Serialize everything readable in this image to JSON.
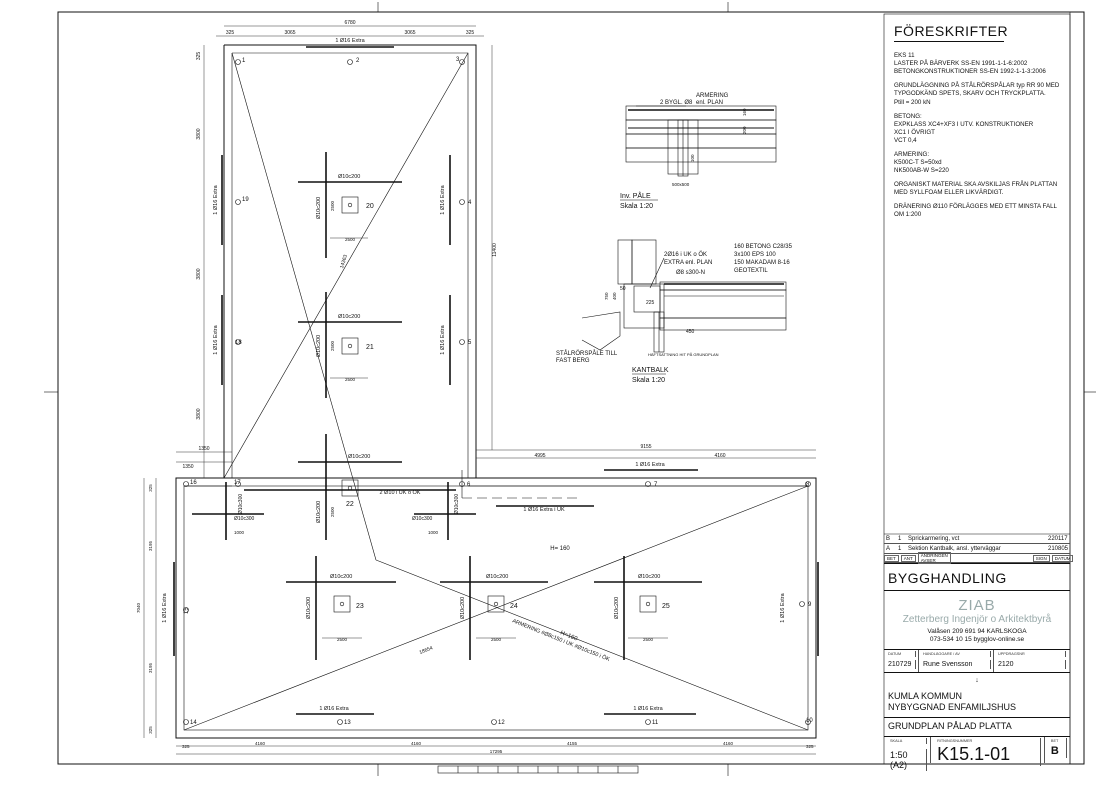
{
  "notes": {
    "title": "FÖRESKRIFTER",
    "paragraphs": [
      "EKS 11\nLASTER PÅ BÄRVERK SS-EN 1991-1-1-6:2002\nBETONGKONSTRUKTIONER SS-EN 1992-1-1-3:2006",
      "GRUNDLÄGGNING PÅ STÅLRÖRSPÅLAR typ RR 90 MED\nTYPGODKÄND SPETS, SKARV OCH TRYCKPLATTA.\nPtill = 200 kN",
      "BETONG:\nEXPKLASS XC4+XF3 I UTV. KONSTRUKTIONER\nXC1 I ÖVRIGT\nVCT 0,4",
      "ARMERING:\nK500C-T S=50xd\nNK500AB-W S=220",
      "ORGANISKT MATERIAL SKA AVSKILJAS FRÅN PLATTAN\nMED SYLLFOAM ELLER LIKVÄRDIGT.",
      "DRÄNERING Ø110 FÖRLÄGGES MED ETT MINSTA FALL\nOM 1:200"
    ]
  },
  "title_block": {
    "revisions": [
      {
        "letter": "B",
        "no": "1",
        "text": "Sprickarmering, vct",
        "sign": "",
        "date": "220117"
      },
      {
        "letter": "A",
        "no": "1",
        "text": "Sektion Kantbalk, ansl. ytterväggar",
        "sign": "",
        "date": "210805"
      }
    ],
    "rev_headers": [
      "BET",
      "ANT",
      "ÄNDRINGEN AVSER",
      "SIGN",
      "DATUM"
    ],
    "stage": "BYGGHANDLING",
    "company_logo": "ZIAB",
    "company_name": "Zetterberg Ingenjör o Arkitektbyrå",
    "address_1": "Valåsen 209   691 94 KARLSKOGA",
    "address_2": "073-534 10 15   bygglov-online.se",
    "meta_labels": [
      "DATUM",
      "HANDLÄGGARE / AV",
      "UPPDRAGSNR"
    ],
    "date": "210729",
    "drawn_by": "Rune Svensson",
    "job_no": "2120",
    "project_mark": "↓",
    "project_1": "KUMLA KOMMUN",
    "project_2": "NYBYGGNAD ENFAMILJSHUS",
    "drawing_title": "GRUNDPLAN PÅLAD PLATTA",
    "bottom_labels": [
      "SKALA",
      "RITNINGSNUMMER",
      "BET"
    ],
    "scale": "1:50 (A2)",
    "drawing_no": "K15.1-01",
    "revision": "B"
  },
  "plan": {
    "top_dims": [
      "6780",
      "3065",
      "3065",
      "325",
      "325"
    ],
    "top_bar": "1 Ø16 Extra",
    "upper_pile_labels": [
      "1",
      "2",
      "3",
      "4",
      "5",
      "6",
      "16",
      "17",
      "18",
      "19"
    ],
    "bottom_pile_labels": [
      "7",
      "8",
      "9",
      "10",
      "11",
      "12",
      "13",
      "14",
      "15"
    ],
    "left_dims": [
      "325",
      "3800",
      "3800",
      "3800"
    ],
    "left_bars": [
      "1 Ø16 Extra",
      "1 Ø16 Extra"
    ],
    "right_bars": [
      "1 Ø16 Extra",
      "1 Ø16 Extra"
    ],
    "right_dim": "11400",
    "diag": "14363",
    "caps": [
      {
        "no": "20",
        "bar": "Ø10c200",
        "dim_v": "2500",
        "dim_h": "2500",
        "v_bar": "Ø10c200"
      },
      {
        "no": "21",
        "bar": "Ø10c200",
        "dim_v": "2500",
        "dim_h": "2500",
        "v_bar": "Ø10c200"
      },
      {
        "no": "22",
        "bar": "Ø10c200",
        "dim_v": "2500",
        "dim_h": "",
        "v_bar": "Ø10c200"
      }
    ],
    "dim_1350a": "1350",
    "dim_1350b": "1350",
    "dim_9155": "9155",
    "dim_4995": "4995",
    "dim_4160": "4160",
    "lower_top_bar": "1 Ø16 Extra",
    "mid_bar": "2 Ø10 i UK o ÖK",
    "uk_bar": "1 Ø16 Extra i UK",
    "lower_left_bar": "1 Ø16 Extra",
    "lower_right_bar": "1 Ø16 Extra",
    "lower_left_dims": [
      "325",
      "3195",
      "3195",
      "325"
    ],
    "lower_height": "7040",
    "c300": "Ø10c300",
    "d1000": "1000",
    "d1000b": "1000",
    "h160": "H= 160",
    "lower_caps": [
      {
        "no": "23",
        "bar": "Ø10c200",
        "v": "Ø10c200",
        "d": "2500"
      },
      {
        "no": "24",
        "bar": "Ø10c200",
        "v": "Ø10c200",
        "d": "2500"
      },
      {
        "no": "25",
        "bar": "Ø10c200",
        "v": "Ø10c200",
        "d": "2500"
      }
    ],
    "diag_text_1": "H=160",
    "diag_text_2": "ARMERING #Ø8c150 i UK  #Ø10c150 i ÖK",
    "diag_2": "18654",
    "bottom_bars": [
      "1 Ø16 Extra",
      "1 Ø16 Extra"
    ],
    "bottom_dims": [
      "325",
      "4160",
      "4160",
      "4155",
      "4160",
      "325"
    ],
    "total_dim": "17295"
  },
  "pile_detail": {
    "label_reinf": "ARMERING",
    "label_reinf2": "enl. PLAN",
    "label_bygl": "2 BYGL. Ø8",
    "dim_200": "200",
    "dim_160": "160",
    "dim_100": "100",
    "dim_500": "500x500",
    "title": "Inv. PÅLE",
    "scale": "Skala 1:20"
  },
  "edge_detail": {
    "layers": [
      "160 BETONG C28/35",
      "3x100 EPS 100",
      "150 MAKADAM 8-16",
      "GEOTEXTIL"
    ],
    "l1": "2Ø16 i UK o ÖK",
    "l2": "EXTRA enl. PLAN",
    "l3": "Ø8 s300-N",
    "d225": "225",
    "d50": "50",
    "d450": "450",
    "d400": "400",
    "d750": "750",
    "pile_note_1": "STÅLRÖRSPÅLE TILL",
    "pile_note_2": "FAST BERG",
    "hint": "HÄFTSATTNING HIT PÅ GRUNDPLAN",
    "title": "KANTBALK",
    "scale": "Skala 1:20"
  }
}
